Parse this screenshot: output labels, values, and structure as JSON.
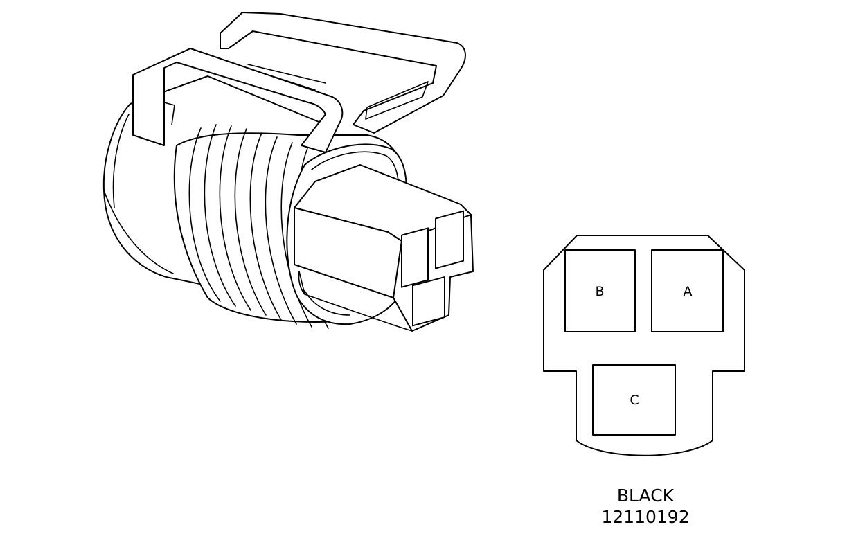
{
  "diagram": {
    "face_view": {
      "pins": [
        {
          "label": "B"
        },
        {
          "label": "A"
        },
        {
          "label": "C"
        }
      ]
    },
    "caption": {
      "color": "BLACK",
      "part_number": "12110192"
    }
  },
  "colors": {
    "line": "#000000",
    "background": "#ffffff"
  }
}
